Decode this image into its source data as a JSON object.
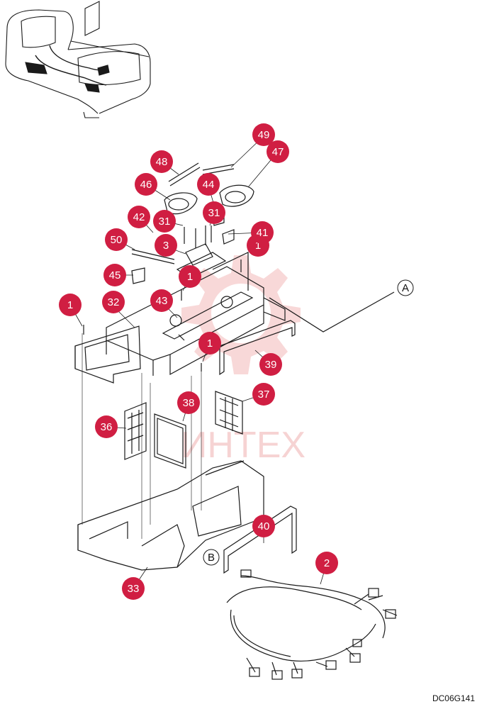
{
  "diagram": {
    "code": "DC06G141",
    "watermark": "ИНТЕХ",
    "colors": {
      "callout": "#d01e42",
      "line": "#1a1a1a",
      "watermark": "#f4b9b9"
    },
    "references": [
      "A",
      "B"
    ],
    "callouts": [
      "1",
      "1",
      "1",
      "1",
      "2",
      "3",
      "31",
      "31",
      "32",
      "33",
      "36",
      "37",
      "38",
      "39",
      "40",
      "41",
      "42",
      "43",
      "44",
      "45",
      "46",
      "47",
      "48",
      "49",
      "50"
    ]
  }
}
